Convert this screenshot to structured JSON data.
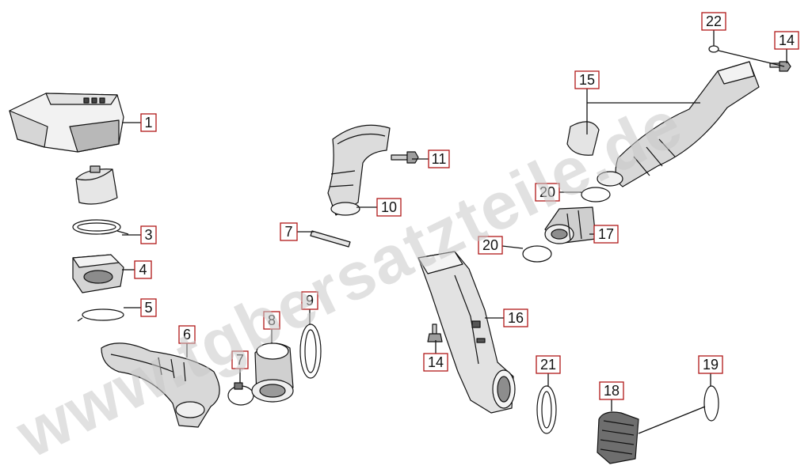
{
  "watermark": "www.tgbersatzteile.de",
  "callouts": [
    {
      "id": "c1",
      "text": "1"
    },
    {
      "id": "c3",
      "text": "3"
    },
    {
      "id": "c4",
      "text": "4"
    },
    {
      "id": "c5",
      "text": "5"
    },
    {
      "id": "c6",
      "text": "6"
    },
    {
      "id": "c7a",
      "text": "7"
    },
    {
      "id": "c7b",
      "text": "7"
    },
    {
      "id": "c8",
      "text": "8"
    },
    {
      "id": "c9",
      "text": "9"
    },
    {
      "id": "c10",
      "text": "10"
    },
    {
      "id": "c11",
      "text": "11"
    },
    {
      "id": "c14a",
      "text": "14"
    },
    {
      "id": "c14b",
      "text": "14"
    },
    {
      "id": "c15",
      "text": "15"
    },
    {
      "id": "c16",
      "text": "16"
    },
    {
      "id": "c17",
      "text": "17"
    },
    {
      "id": "c18",
      "text": "18"
    },
    {
      "id": "c19",
      "text": "19"
    },
    {
      "id": "c20a",
      "text": "20"
    },
    {
      "id": "c20b",
      "text": "20"
    },
    {
      "id": "c21",
      "text": "21"
    },
    {
      "id": "c22",
      "text": "22"
    }
  ],
  "colors": {
    "callout_border": "#b01818",
    "line": "#111111",
    "part_fill_light": "#f4f4f4",
    "part_fill_mid": "#cfcfcf",
    "part_fill_dark": "#8a8a8a",
    "watermark": "#c9c9c9"
  }
}
